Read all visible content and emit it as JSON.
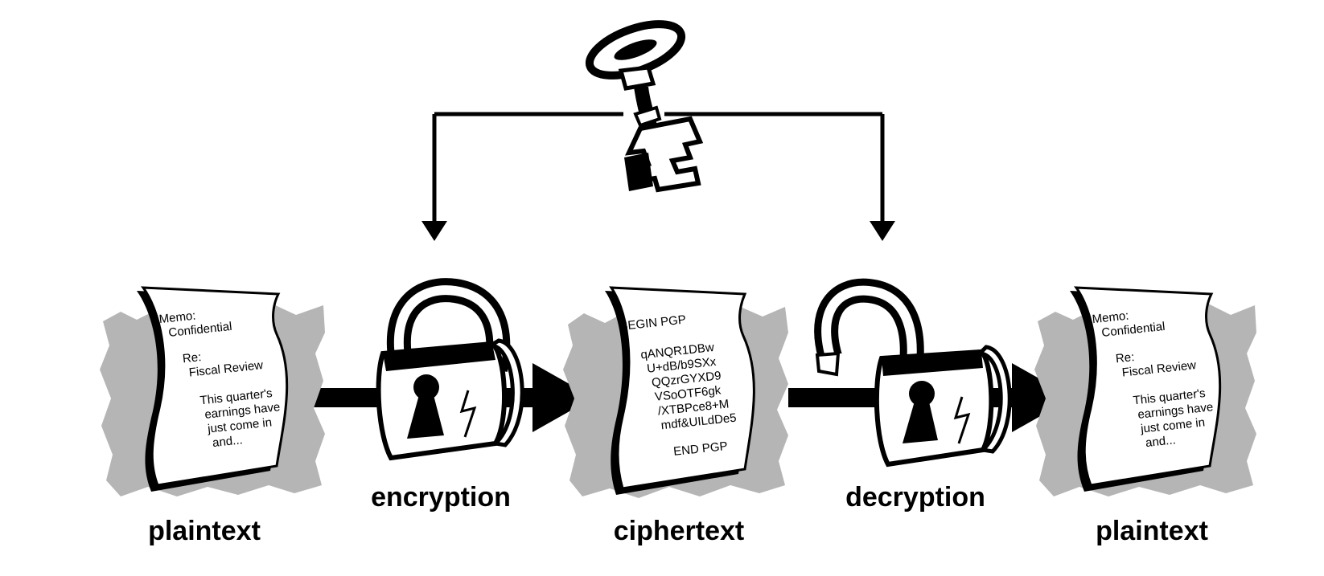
{
  "labels": {
    "plaintext_left": "plaintext",
    "encryption": "encryption",
    "ciphertext": "ciphertext",
    "decryption": "decryption",
    "plaintext_right": "plaintext"
  },
  "documents": {
    "plaintext_left": [
      "Memo:",
      "Confidential",
      "Re:",
      "Fiscal Review",
      "This quarter's",
      "earnings have",
      "just come in",
      "and..."
    ],
    "ciphertext": [
      "BEGIN PGP",
      "qANQR1DBw",
      "U+dB/b9SXx",
      "QQzrGYXD9",
      "VSoOTF6gk",
      "/XTBPce8+M",
      "mdf&UILdDe5",
      "END PGP"
    ],
    "plaintext_right": [
      "Memo:",
      "Confidential",
      "Re:",
      "Fiscal Review",
      "This quarter's",
      "earnings have",
      "just come in",
      "and..."
    ]
  },
  "icons": {
    "key": "key-icon",
    "lock_closed": "closed-padlock-icon",
    "lock_open": "open-padlock-icon"
  },
  "colors": {
    "ink": "#000000",
    "shadow": "#b5b5b5",
    "paper": "#ffffff"
  }
}
